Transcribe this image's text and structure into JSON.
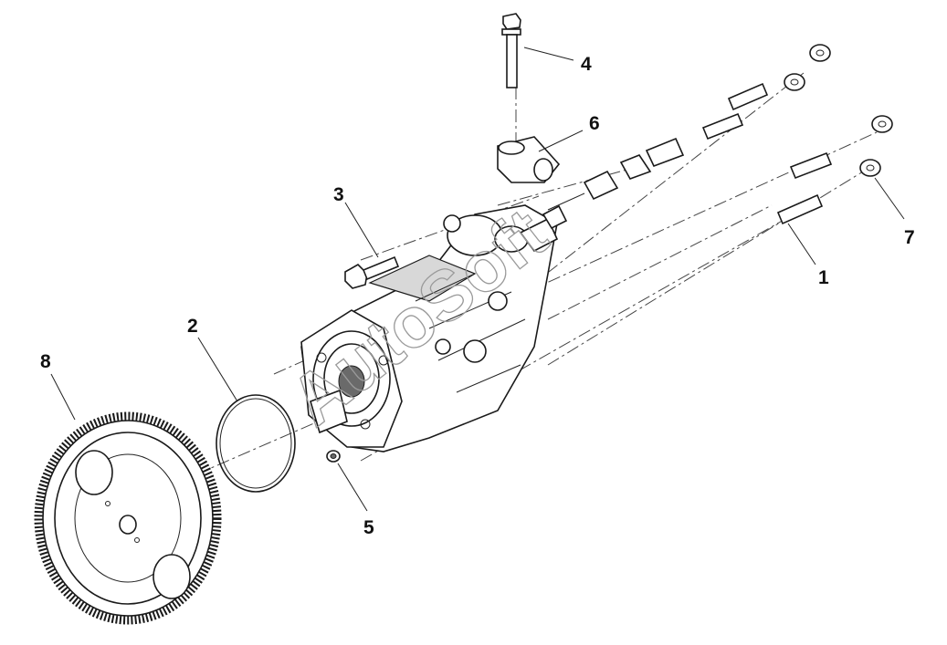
{
  "callouts": {
    "c1": "1",
    "c2": "2",
    "c3": "3",
    "c4": "4",
    "c5": "5",
    "c6": "6",
    "c7": "7",
    "c8": "8"
  },
  "watermark": "AutoSoft",
  "colors": {
    "line": "#1a1a1a",
    "watermark": "#9a9a9a",
    "background": "#ffffff"
  }
}
